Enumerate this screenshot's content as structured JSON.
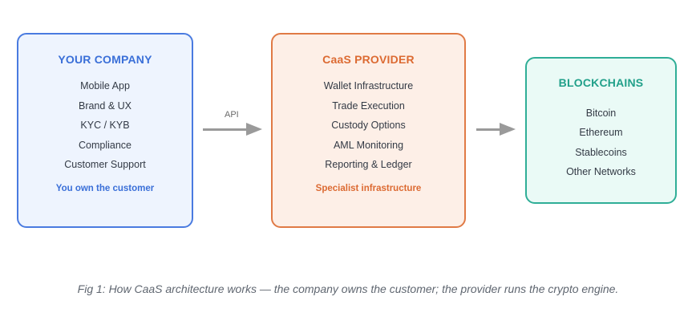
{
  "boxes": {
    "company": {
      "title": "YOUR COMPANY",
      "items": [
        "Mobile App",
        "Brand & UX",
        "KYC / KYB",
        "Compliance",
        "Customer Support"
      ],
      "footer": "You own the customer",
      "color": "#3a6fd8"
    },
    "provider": {
      "title": "CaaS PROVIDER",
      "items": [
        "Wallet Infrastructure",
        "Trade Execution",
        "Custody Options",
        "AML Monitoring",
        "Reporting & Ledger"
      ],
      "footer": "Specialist infrastructure",
      "color": "#dc6a32"
    },
    "chains": {
      "title": "BLOCKCHAINS",
      "items": [
        "Bitcoin",
        "Ethereum",
        "Stablecoins",
        "Other Networks"
      ],
      "color": "#21a08a"
    }
  },
  "arrows": {
    "api_label": "API"
  },
  "caption": "Fig 1: How CaaS architecture works — the company owns the customer; the provider runs the crypto engine."
}
